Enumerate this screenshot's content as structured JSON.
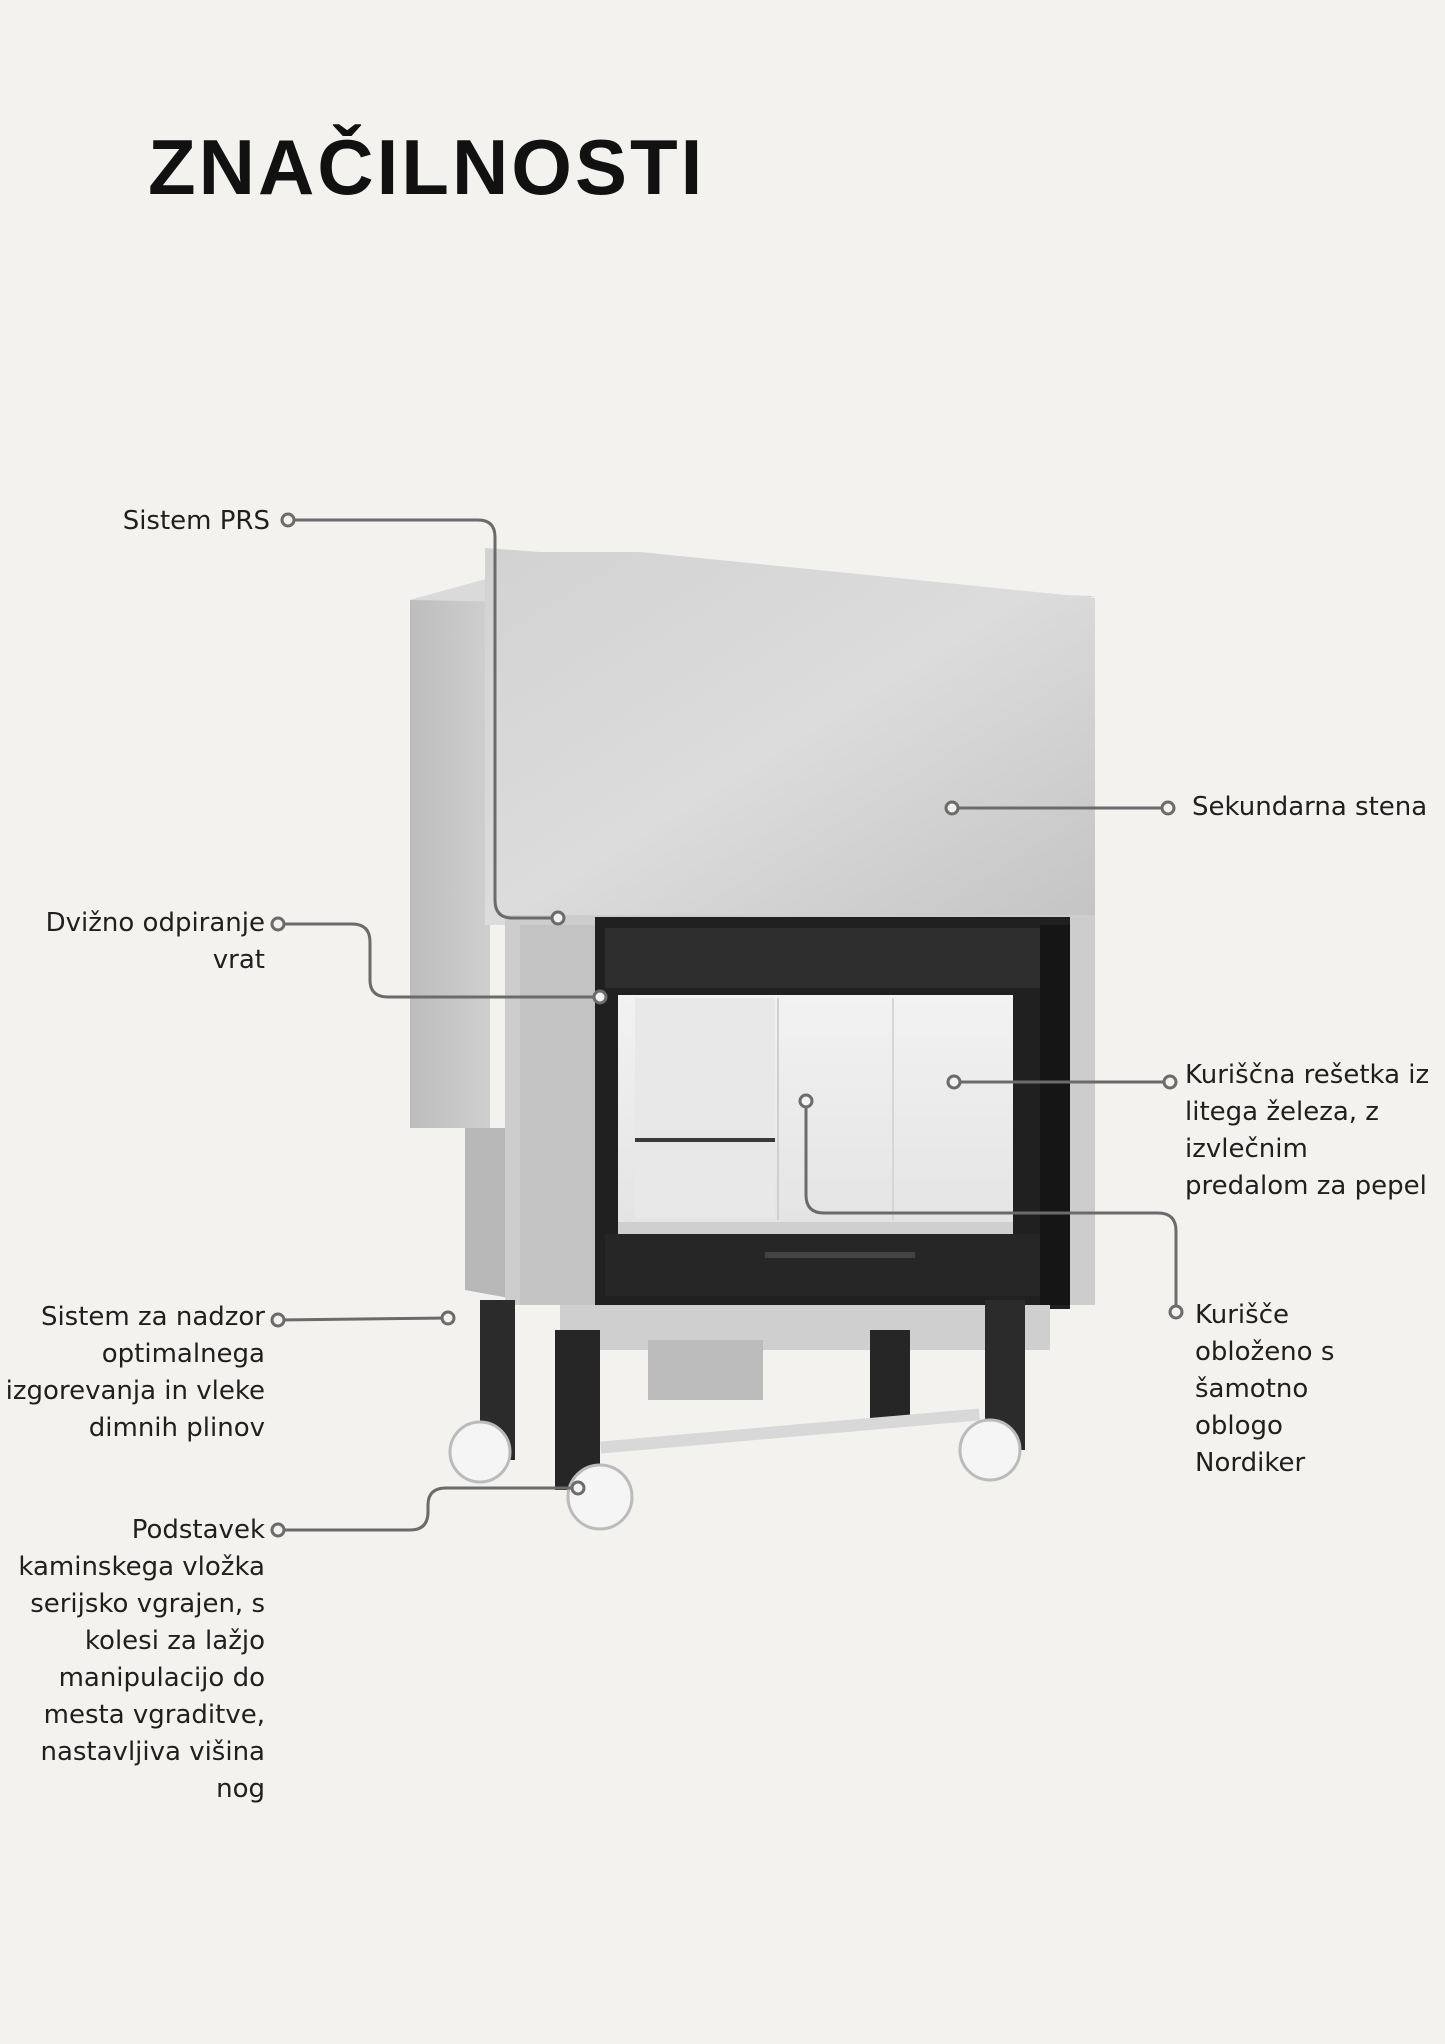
{
  "title": "ZNAČILNOSTI",
  "callouts": {
    "sistem_prs": "Sistem PRS",
    "dvizno": "Dvižno odpiranje\nvrat",
    "sistem_nadzor": "Sistem za nadzor\noptimalnega\nizgorevanja in vleke\ndimnih plinov",
    "podstavek": "Podstavek\nkaminskega vložka\nserijsko vgrajen, s\nkolesi za lažjo\nmanipulacijo do\nmesta vgraditve,\nnastavljiva višina\nnog",
    "sekundarna": "Sekundarna stena",
    "resetka": "Kuriščna rešetka iz\nlitega železa, z\nizvlečnim\npredalom za pepel",
    "kurisce": "Kurišče\nobloženo s\nšamotno\noblogo\nNordiker"
  },
  "colors": {
    "background": "#f4f2ee",
    "leader_line": "#6b6b6b",
    "steel": "#c9c9c9",
    "frame": "#1e1e1e"
  }
}
